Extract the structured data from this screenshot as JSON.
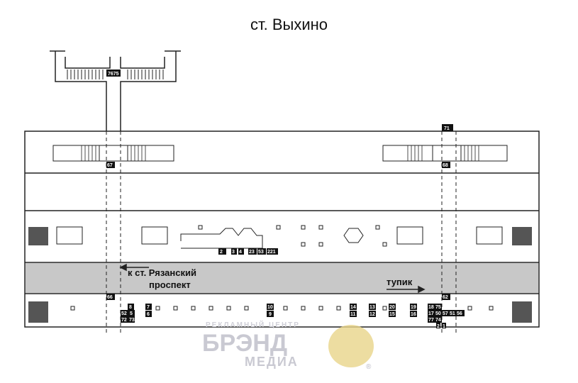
{
  "title": "ст. Выхино",
  "labels": {
    "direction_line1": "к ст. Рязанский",
    "direction_line2": "проспект",
    "dead_end": "тупик"
  },
  "watermark": {
    "top": "РЕКЛАМНЫЙ ЦЕНТР",
    "main": "БРЭНД",
    "sub": "МЕДИА",
    "reg": "®"
  },
  "upper_tags": [
    "7675",
    "71",
    "67",
    "68"
  ],
  "platform1_tags": [
    "2",
    "3",
    "4",
    "23",
    "53",
    "221"
  ],
  "platform2_tags": [
    "66",
    "62",
    "8",
    "52",
    "5",
    "72",
    "73",
    "7",
    "6",
    "10",
    "9",
    "14",
    "11",
    "13",
    "12",
    "20",
    "15",
    "19",
    "16",
    "18",
    "17",
    "50",
    "77",
    "74",
    "2",
    "1",
    "75",
    "57",
    "51",
    "56"
  ],
  "colors": {
    "line": "#222222",
    "track": "#c8c8c8",
    "block": "#555555",
    "tag_bg": "#111111",
    "watermark": "#c9c9d2",
    "mammoth": "#e8d48a"
  }
}
